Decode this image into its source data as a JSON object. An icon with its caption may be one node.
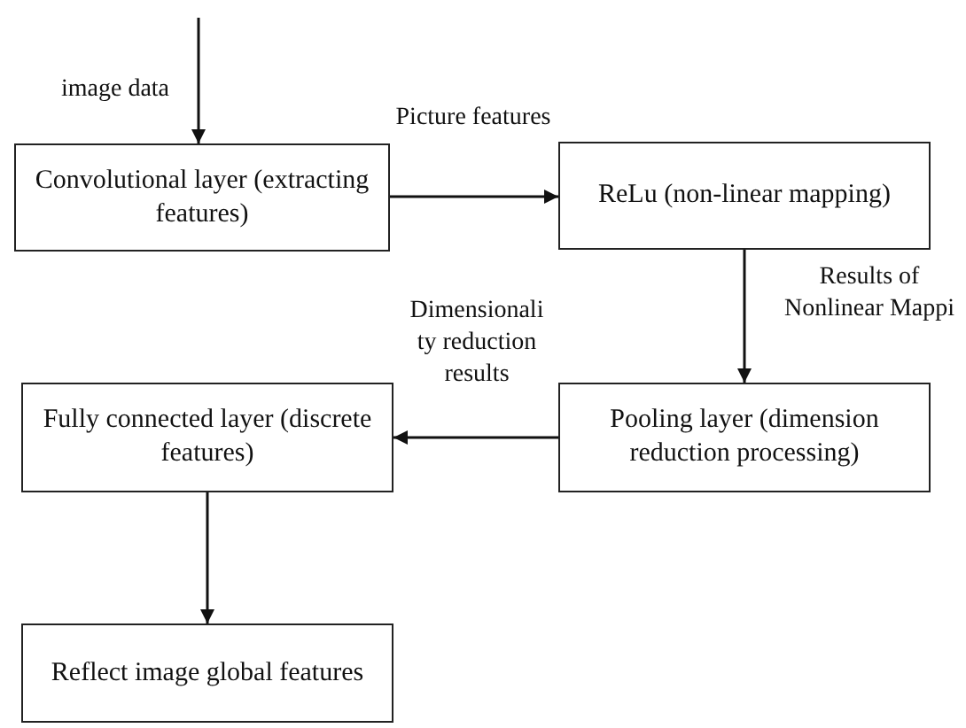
{
  "diagram": {
    "nodes": [
      {
        "text": [
          "Convolutional layer (extracting features)"
        ]
      },
      {
        "text": [
          "ReLu (non-linear mapping)"
        ]
      },
      {
        "text": [
          "Pooling layer (dimension reduction processing)"
        ]
      },
      {
        "text": [
          "Fully connected layer (discrete features)"
        ]
      },
      {
        "text": [
          "Reflect image global features"
        ]
      }
    ],
    "edges": [
      {
        "from": null,
        "to": 0,
        "arrow": "to",
        "label": "image data"
      },
      {
        "from": 0,
        "to": 1,
        "arrow": "to",
        "label": "Picture features"
      },
      {
        "from": 1,
        "to": 2,
        "arrow": "to",
        "label": "Results of Nonlinear Mappi"
      },
      {
        "from": 2,
        "to": 3,
        "arrow": "to",
        "label": "Dimensionali ty reduction results"
      },
      {
        "from": 3,
        "to": 4,
        "arrow": "to"
      }
    ]
  }
}
